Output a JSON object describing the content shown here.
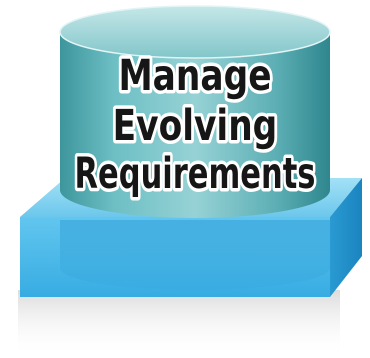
{
  "cylinder_label": {
    "line1": "Manage",
    "line2": "Evolving",
    "line3": "Requirements"
  },
  "colors": {
    "cylinder_body": "#5fb7bd",
    "cylinder_highlight": "#b8e0e2",
    "cylinder_dark": "#2c7f86",
    "platform_top": "#7ccfee",
    "platform_front": "#43b4e6",
    "platform_side": "#1f8fc9",
    "label_text": "#161616"
  }
}
